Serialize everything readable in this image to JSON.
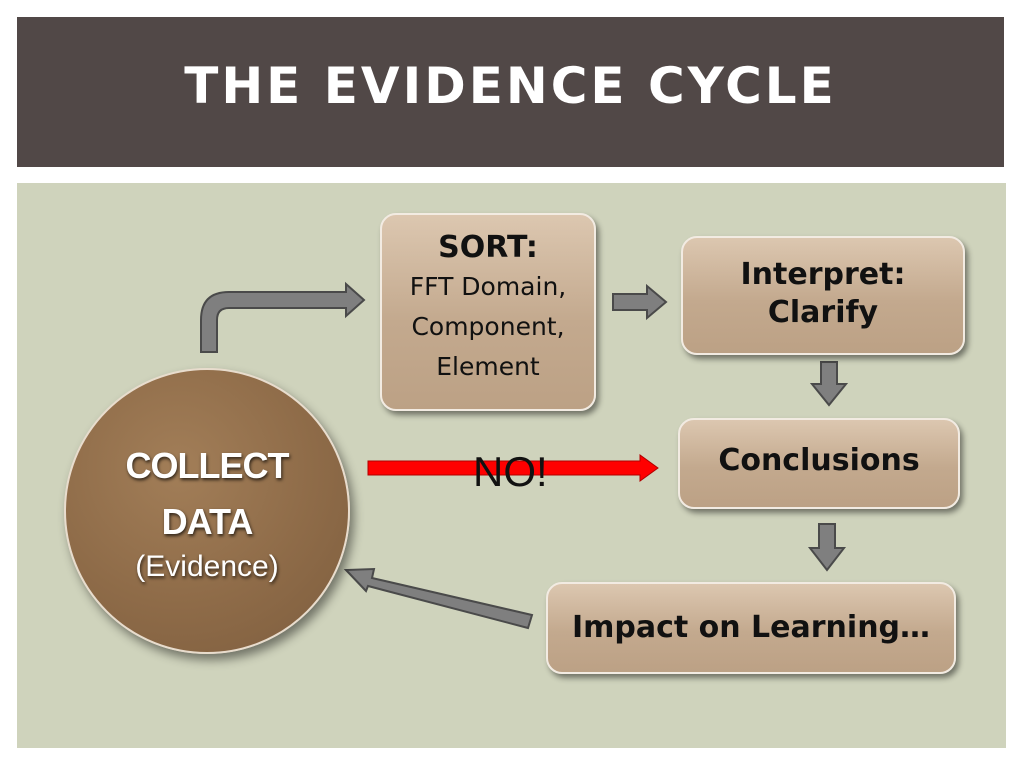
{
  "title": "THE EVIDENCE CYCLE",
  "collect": {
    "line1": "COLLECT",
    "line2": "DATA",
    "sub": "(Evidence)"
  },
  "sort": {
    "title": "SORT:",
    "line1": "FFT Domain,",
    "line2": "Component,",
    "line3": "Element"
  },
  "interpret": {
    "line1": "Interpret:",
    "line2": "Clarify"
  },
  "conclusions": "Conclusions",
  "impact": "Impact on Learning…",
  "no_label": "NO!",
  "colors": {
    "title_bar": "#514847",
    "background": "#cfd3bc",
    "box": "#c3a98e",
    "circle": "#8e6b48",
    "arrow_gray": "#7f7f7f",
    "no_arrow": "#ff0000"
  }
}
